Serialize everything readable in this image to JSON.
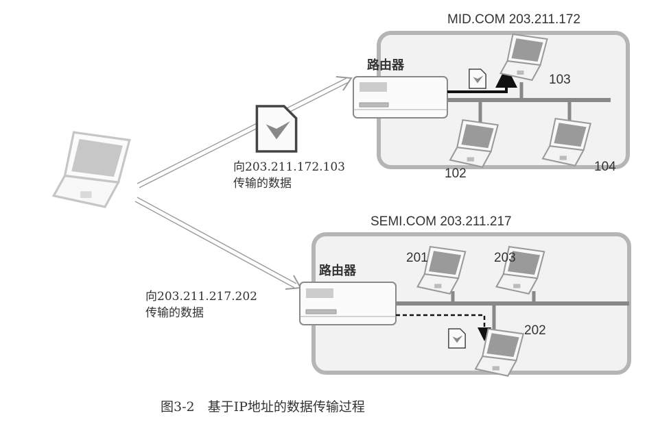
{
  "networks": [
    {
      "title": "MID.COM 203.211.172",
      "router_label": "路由器",
      "hosts": [
        "103",
        "102",
        "104"
      ],
      "packet_label_line1": "向203.211.172.103",
      "packet_label_line2": "传输的数据"
    },
    {
      "title": "SEMI.COM 203.211.217",
      "router_label": "路由器",
      "hosts": [
        "201",
        "203",
        "202"
      ],
      "packet_label_line1": "向203.211.217.202",
      "packet_label_line2": "传输的数据"
    }
  ],
  "caption": "图3-2　基于IP地址的数据传输过程",
  "colors": {
    "network_fill": "#f2f2f2",
    "network_border": "#b5b5b5",
    "line": "#888888",
    "arrow": "#111111"
  }
}
